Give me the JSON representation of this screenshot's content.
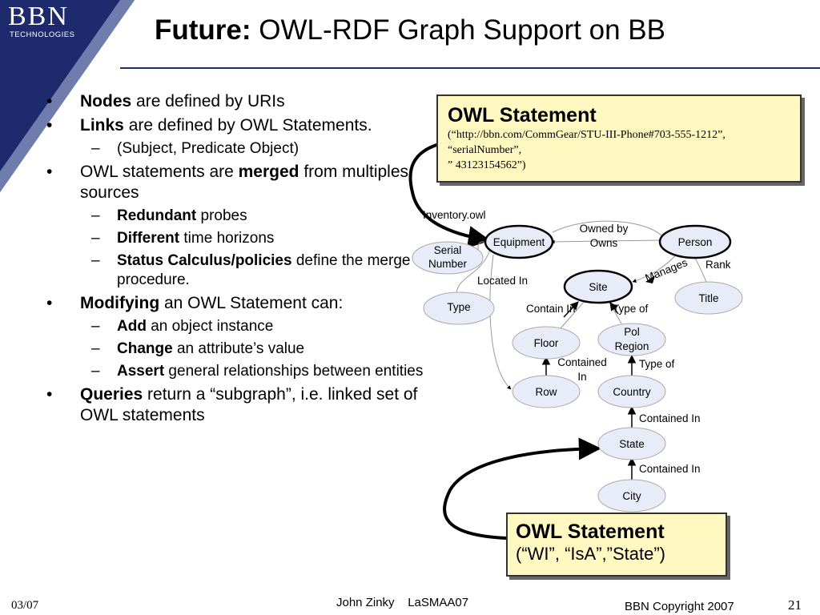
{
  "logo": {
    "line1": "BBN",
    "line2": "TECHNOLOGIES"
  },
  "title": {
    "bold": "Future:",
    "rest": "OWL-RDF Graph Support on BB"
  },
  "bullets": [
    {
      "bold": "Nodes",
      "text": " are defined by URIs"
    },
    {
      "bold": "Links",
      "text": " are defined by OWL Statements."
    },
    {
      "sub": true,
      "text": "(Subject, Predicate Object)"
    },
    {
      "pre": "OWL statements are ",
      "bold": "merged",
      "text": " from multiples sources"
    },
    {
      "sub": true,
      "bold": "Redundant",
      "text": " probes"
    },
    {
      "sub": true,
      "bold": "Different",
      "text": " time horizons"
    },
    {
      "sub": true,
      "bold": "Status Calculus/policies",
      "text": " define the merge procedure."
    },
    {
      "bold": "Modifying",
      "text": " an OWL Statement can:"
    },
    {
      "sub": true,
      "bold": "Add",
      "text": " an object instance"
    },
    {
      "sub": true,
      "bold": "Change",
      "text": " an attribute’s value"
    },
    {
      "sub": true,
      "bold": "Assert",
      "text": " general relationships between entities"
    },
    {
      "bold": "Queries",
      "text": " return a “subgraph”, i.e. linked set of OWL statements"
    }
  ],
  "statement1": {
    "head": "OWL Statement",
    "lines": [
      "(“http://bbn.com/CommGear/STU-III-Phone#703-555-1212”,",
      "“serialNumber”,",
      "” 43123154562”)"
    ]
  },
  "statement2": {
    "head": "OWL Statement",
    "line": "(“WI”, “IsA”,”State”)"
  },
  "graph": {
    "inventory_label": "Inventory.owl",
    "nodes": {
      "equipment": "Equipment",
      "person": "Person",
      "serial_number": [
        "Serial",
        "Number"
      ],
      "site": "Site",
      "title": "Title",
      "type": "Type",
      "floor": "Floor",
      "pol_region": [
        "Pol",
        "Region"
      ],
      "row": "Row",
      "country": "Country",
      "state": "State",
      "city": "City"
    },
    "edges": {
      "owned_by": "Owned by",
      "owns": "Owns",
      "manages": "Manages",
      "rank": "Rank",
      "located_in": "Located In",
      "contain_in": "Contain In",
      "type_of_1": "Type of",
      "contained_in_row": [
        "Contained",
        "In"
      ],
      "type_of_2": "Type of",
      "contained_in_1": "Contained In",
      "contained_in_2": "Contained In"
    }
  },
  "footer": {
    "date": "03/07",
    "author": "John Zinky    LaSMAA07",
    "copyright": "BBN Copyright 2007",
    "page": "21"
  },
  "colors": {
    "navy": "#1d2a6e",
    "node_fill": "#e8ecf8",
    "statement_fill": "#fff8c0"
  }
}
